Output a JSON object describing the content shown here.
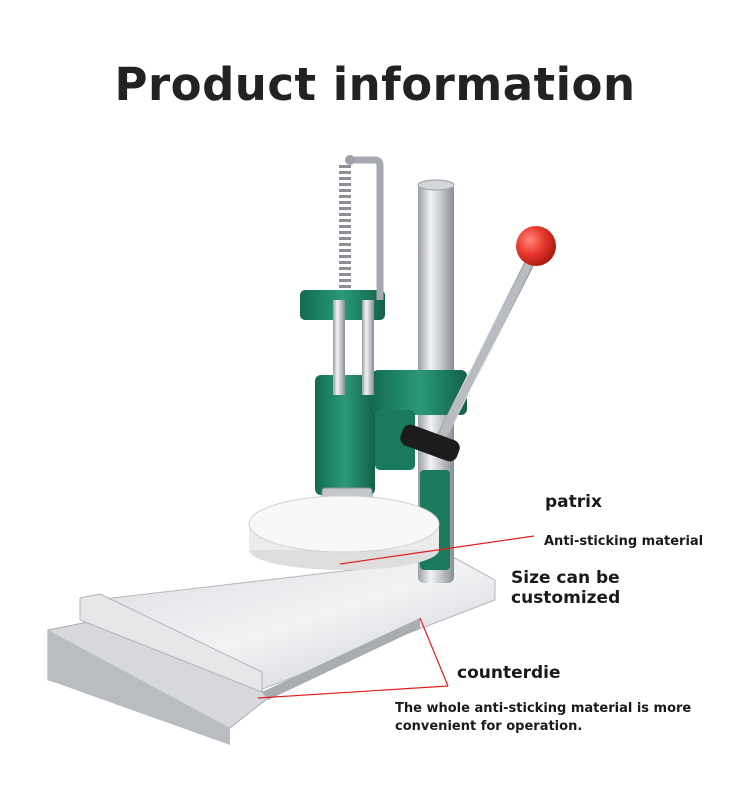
{
  "title": "Product information",
  "labels": {
    "patrix": "patrix",
    "anti_sticking": "Anti-sticking material",
    "size_line1": "Size can be",
    "size_line2": "customized",
    "counterdie": "counterdie",
    "whole_line1": "The whole anti-sticking material is more",
    "whole_line2": "convenient for operation."
  },
  "colors": {
    "machine_green": "#1f8a6c",
    "knob_red": "#e83a2e",
    "leader_line": "#e02020",
    "steel": "#c9ccd0",
    "disc": "#f4f4f4"
  }
}
